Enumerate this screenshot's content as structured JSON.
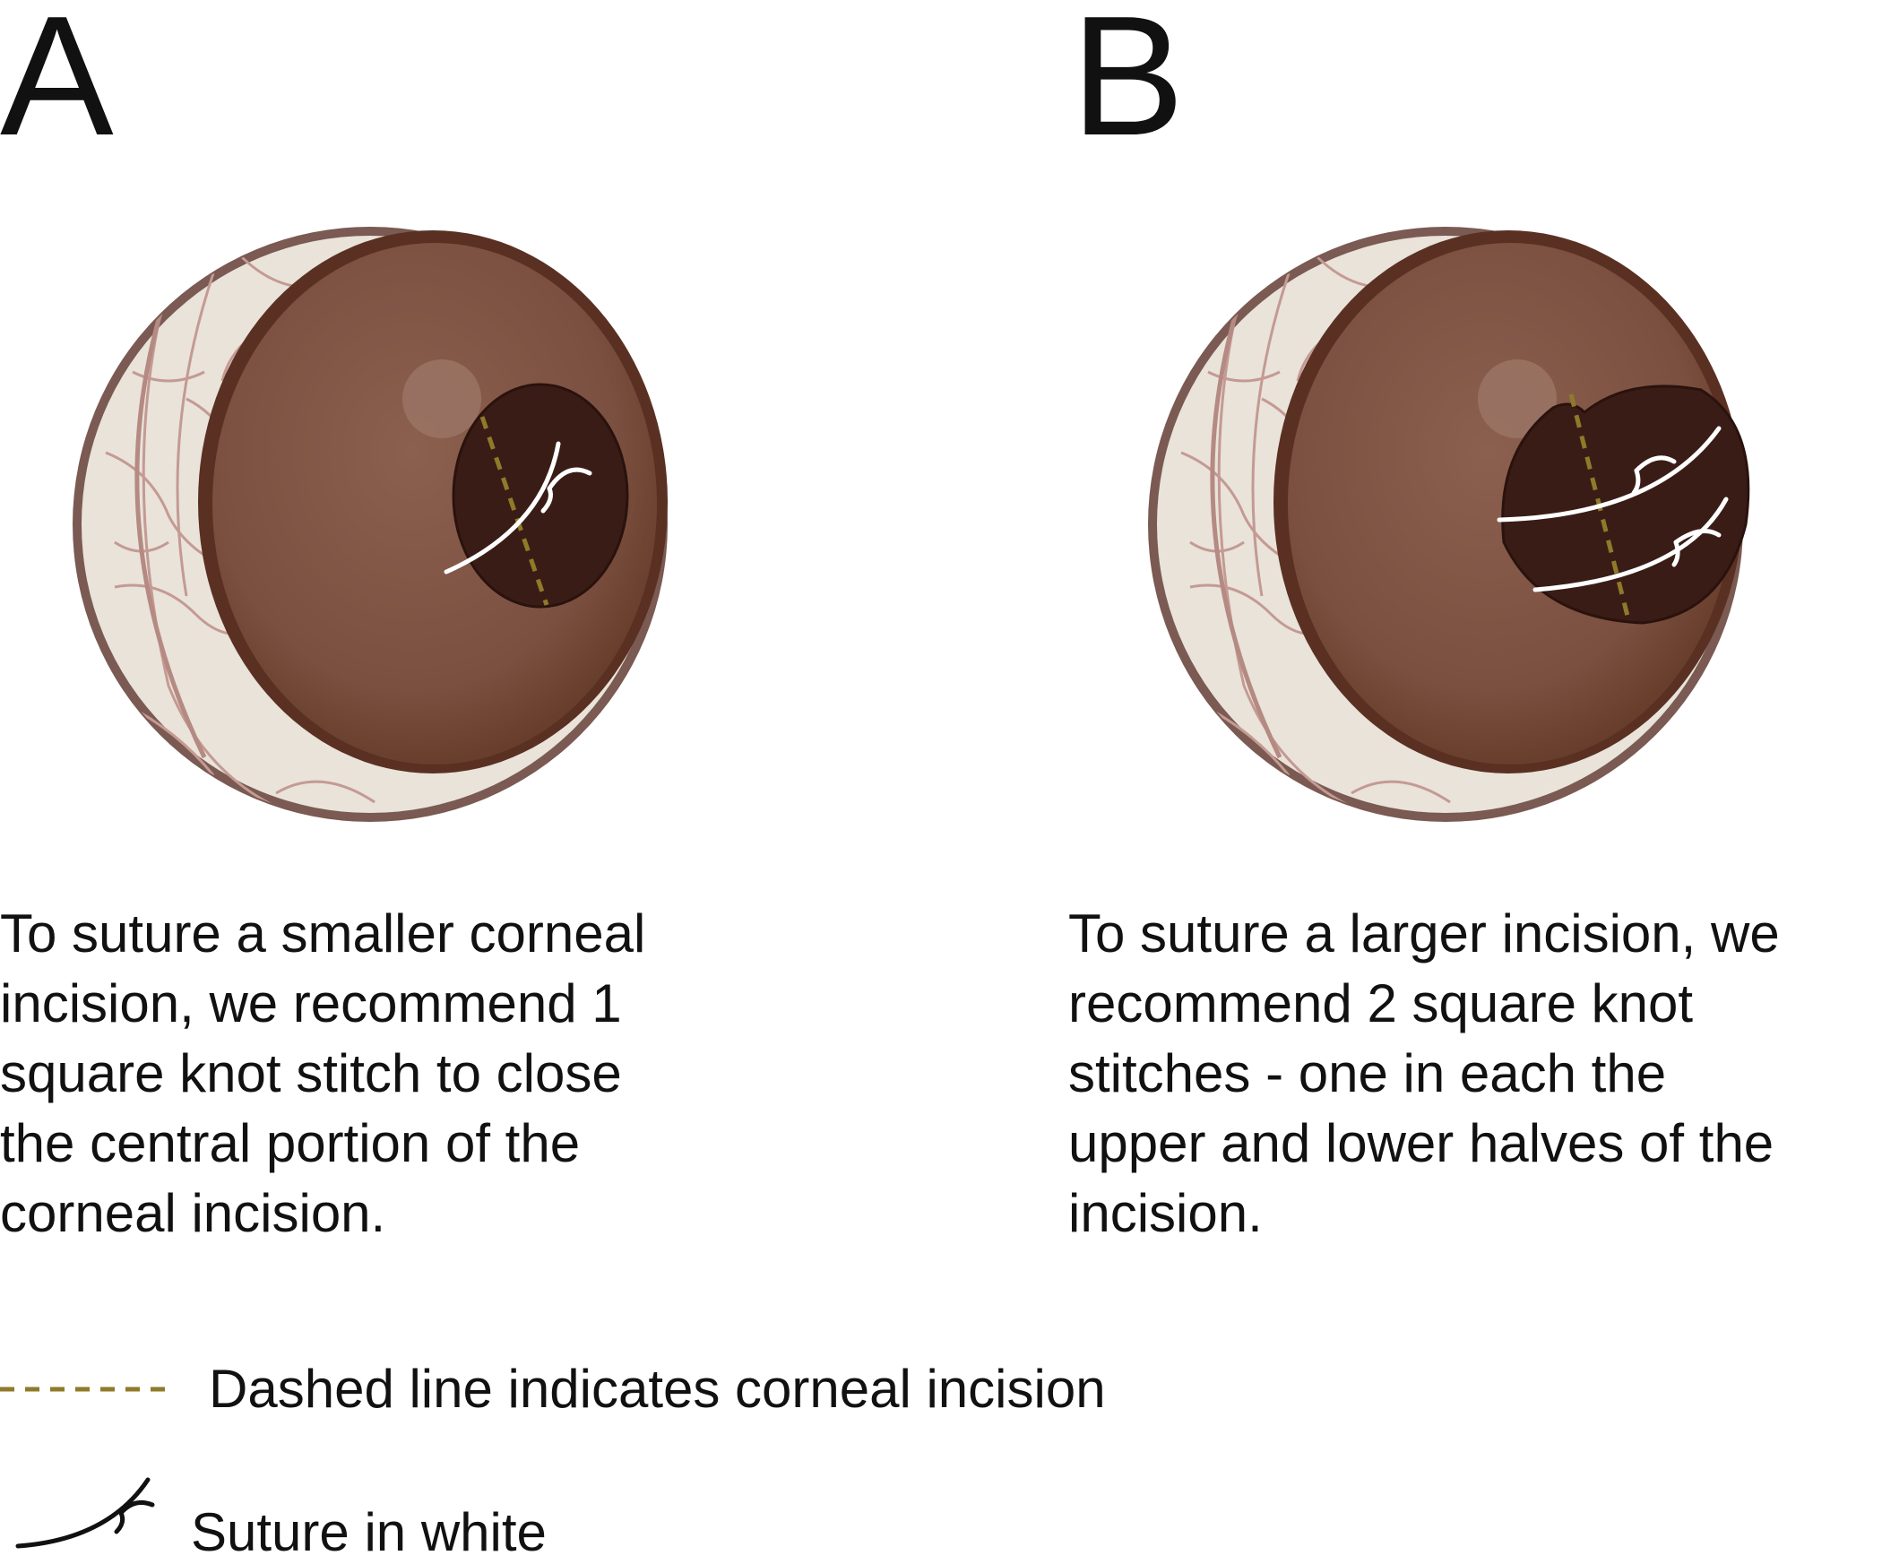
{
  "panels": [
    {
      "letter": "A",
      "caption_lines": [
        "To suture a smaller corneal",
        "incision, we recommend 1",
        "square knot stitch to close",
        "the central portion of the",
        "corneal incision."
      ],
      "suture_count": 1
    },
    {
      "letter": "B",
      "caption_lines": [
        "To suture a larger incision, we",
        "recommend 2 square knot",
        "stitches - one in each the",
        "upper and lower halves of the",
        "incision."
      ],
      "suture_count": 2
    }
  ],
  "legend": {
    "dashed_label": "Dashed line indicates corneal incision",
    "suture_label": "Suture in white"
  },
  "colors": {
    "sclera": "#e9e3da",
    "sclera_shadow": "#cdbfb3",
    "sclera_rim": "#7a5a52",
    "vein": "#c49a93",
    "iris": "#84594a",
    "iris_dark": "#6f4533",
    "pupil": "#3a1c16",
    "incision_dash": "#8f7a2a",
    "suture": "#ffffff"
  }
}
